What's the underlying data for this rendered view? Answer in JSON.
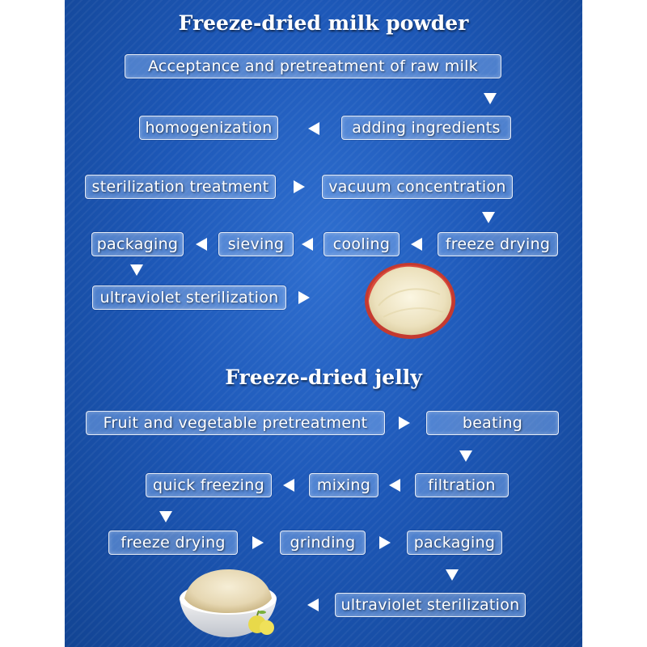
{
  "milk": {
    "title": "Freeze-dried milk powder",
    "steps": {
      "acceptance": "Acceptance and pretreatment of raw milk",
      "homogenization": "homogenization",
      "adding": "adding ingredients",
      "sterilization": "sterilization treatment",
      "vacuum": "vacuum concentration",
      "packaging": "packaging",
      "sieving": "sieving",
      "cooling": "cooling",
      "freeze_drying": "freeze drying",
      "uv": "ultraviolet sterilization"
    }
  },
  "jelly": {
    "title": "Freeze-dried jelly",
    "steps": {
      "fruit": "Fruit and vegetable pretreatment",
      "beating": "beating",
      "quick_freezing": "quick freezing",
      "mixing": "mixing",
      "filtration": "filtration",
      "freeze_drying": "freeze drying",
      "grinding": "grinding",
      "packaging": "packaging",
      "uv": "ultraviolet sterilization"
    }
  },
  "colors": {
    "background": "#1d58b8",
    "box_text": "#ffffff",
    "arrow": "#ffffff",
    "powder_milk": "#efe6c4",
    "bowl_red": "#c9362d",
    "powder_jelly": "#e8dcc0"
  },
  "icons": {
    "arrow": "chevron-arrow-icon",
    "milk_image": "milk-powder-plate",
    "jelly_image": "jelly-powder-bowl"
  }
}
